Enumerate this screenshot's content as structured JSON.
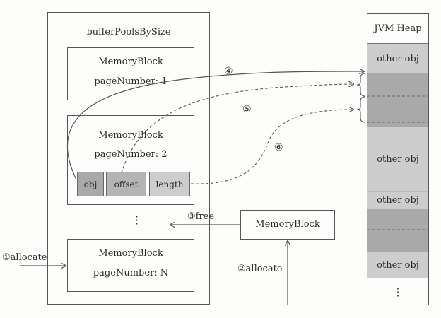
{
  "pool": {
    "title": "bufferPoolsBySize"
  },
  "blocks": [
    {
      "name": "MemoryBlock",
      "page": "pageNumber: 1"
    },
    {
      "name": "MemoryBlock",
      "page": "pageNumber: 2"
    },
    {
      "name": "MemoryBlock",
      "page": "pageNumber: N"
    }
  ],
  "fields": [
    "obj",
    "offset",
    "length"
  ],
  "ellipsis": "⋮",
  "free_block": {
    "name": "MemoryBlock"
  },
  "steps": {
    "allocate_left": "①allocate",
    "allocate_bottom": "②allocate",
    "free": "③free",
    "s4": "④",
    "s5": "⑤",
    "s6": "⑥"
  },
  "heap": {
    "title": "JVM Heap",
    "other_label": "other obj",
    "ellipsis": "⋮"
  },
  "colors": {
    "light_gray": "#cdcdcd",
    "dark_gray": "#a9a9a9",
    "line": "#555555"
  }
}
